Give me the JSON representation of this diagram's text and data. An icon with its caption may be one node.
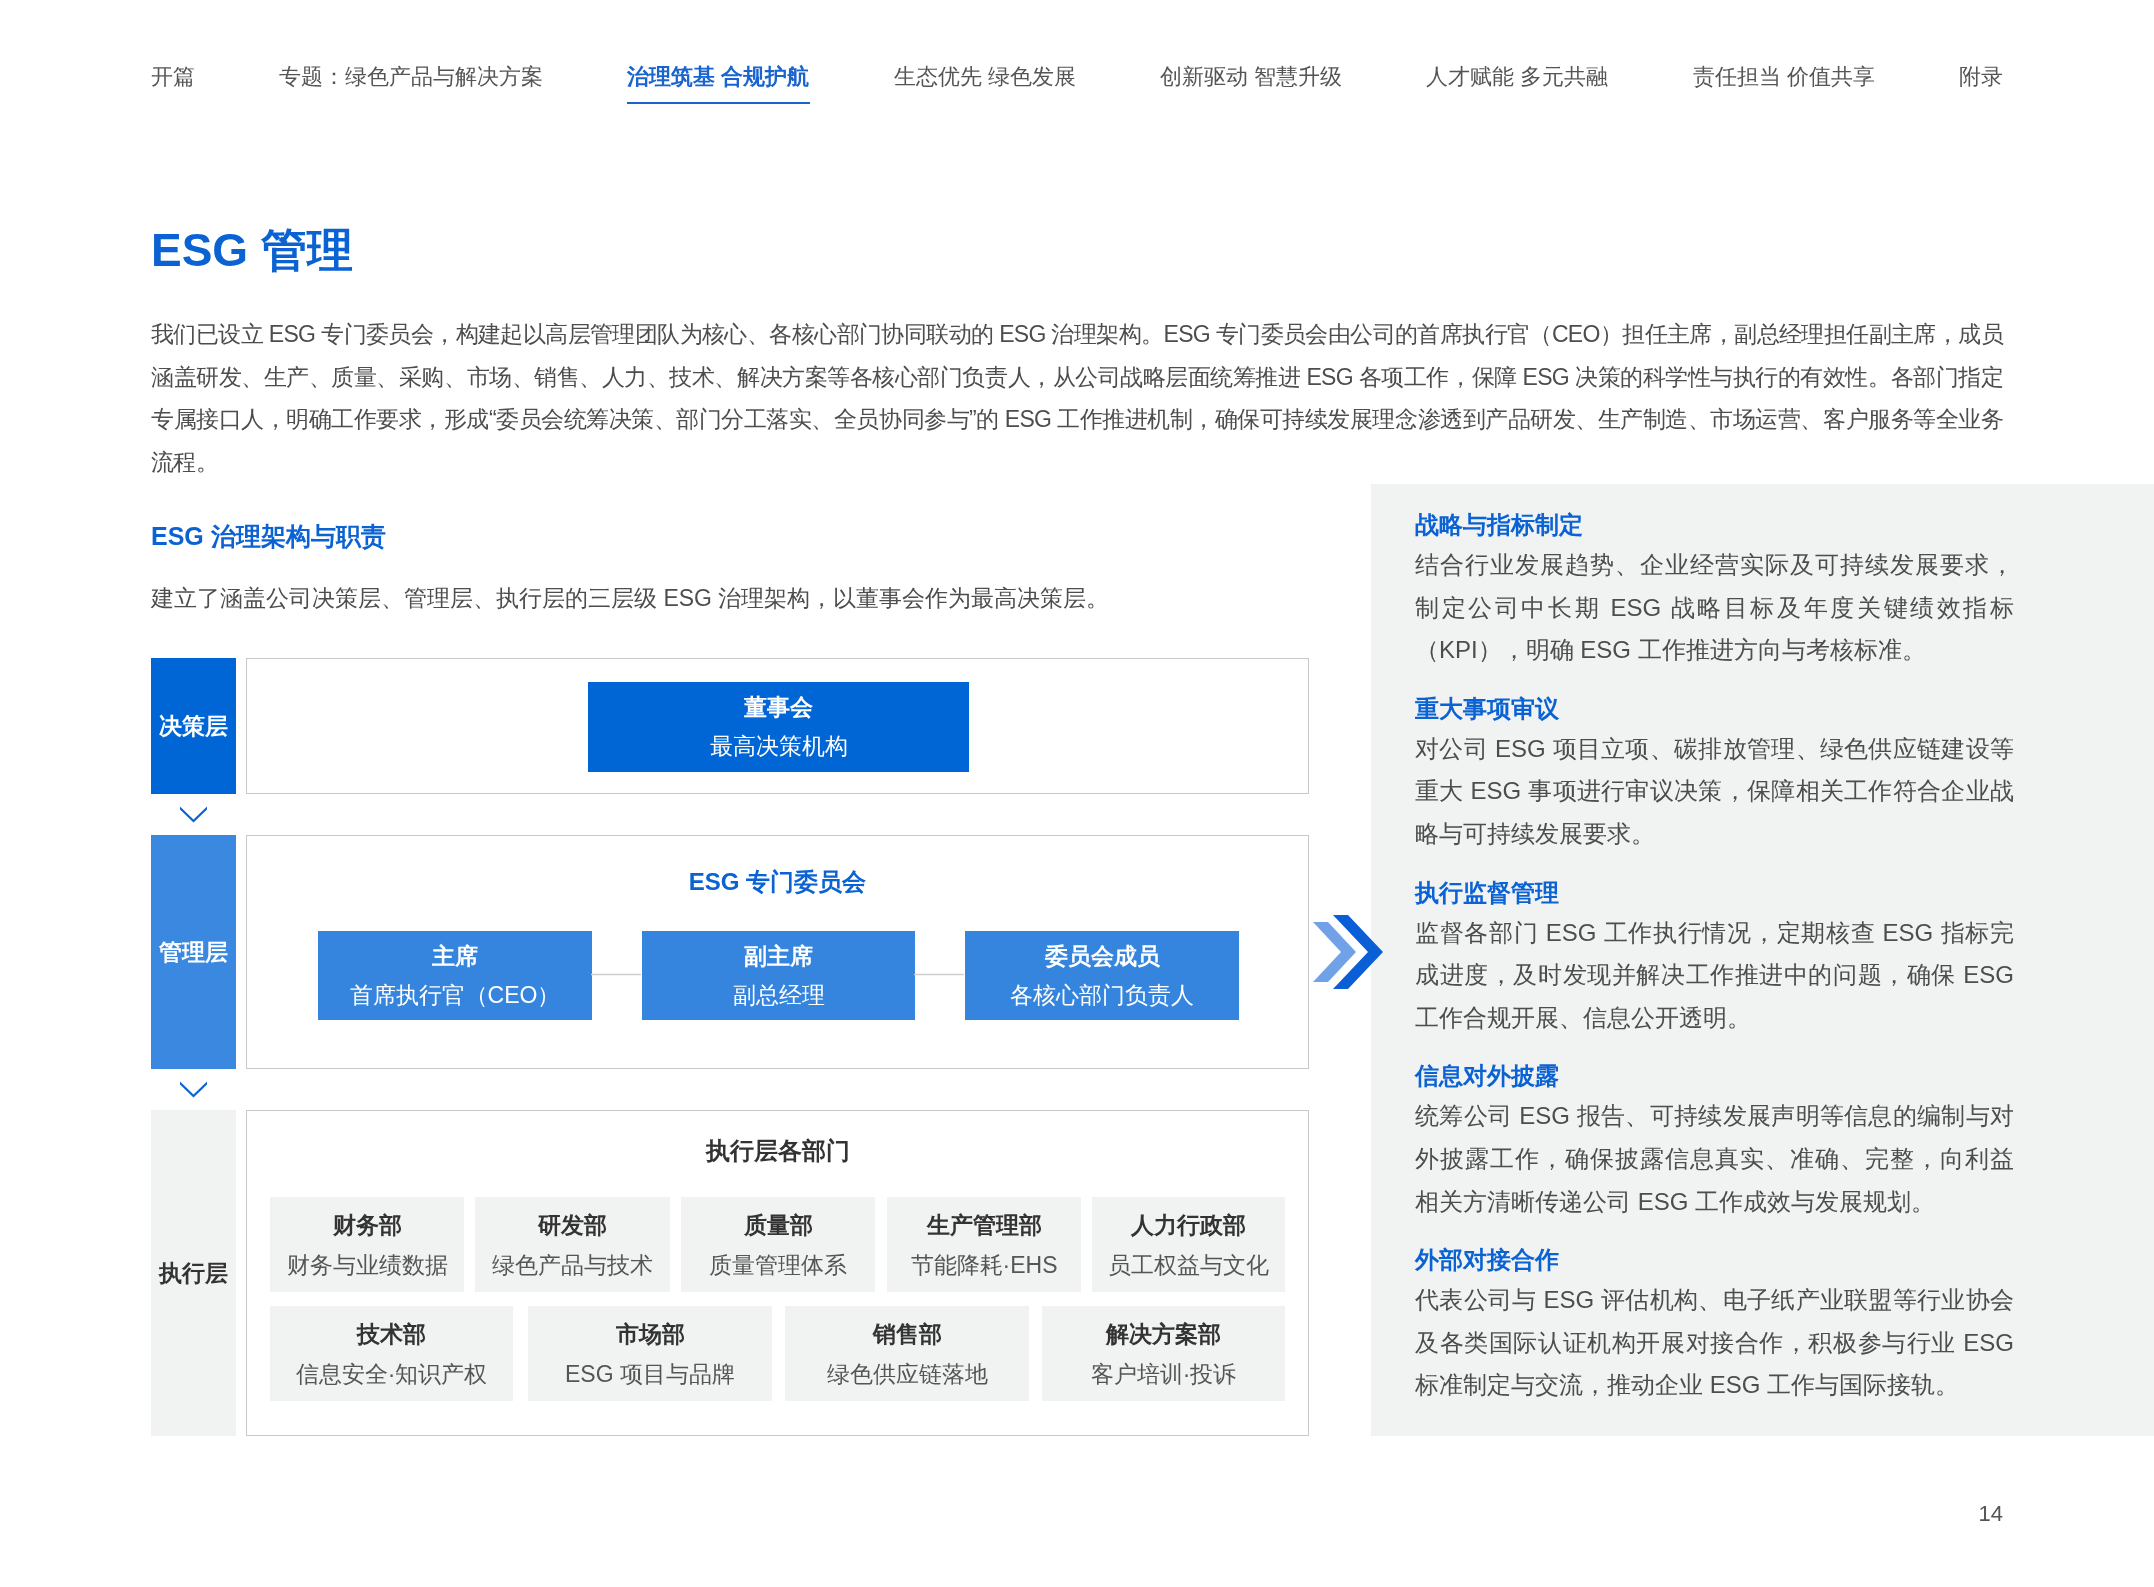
{
  "diagram": {
    "title": "ESG 管理",
    "nodes": [
      {
        "text": [
          "决策层"
        ]
      },
      {
        "text": [],
        "shape": "box"
      },
      {
        "text": [
          "董事会",
          "最高决策机构"
        ],
        "in": 1
      },
      {
        "text": [
          "管理层"
        ]
      },
      {
        "text": [
          "ESG 专门委员会"
        ]
      },
      {
        "text": [
          "主席",
          "首席执行官（CEO）"
        ],
        "in": 4
      },
      {
        "text": [
          "副主席",
          "副总经理"
        ],
        "in": 4
      },
      {
        "text": [
          "委员会成员",
          "各核心部门负责人"
        ],
        "in": 4
      },
      {
        "text": [
          "执行层"
        ]
      },
      {
        "text": [
          "执行层各部门"
        ]
      },
      {
        "text": [
          "财务部",
          "财务与业绩数据"
        ],
        "in": 9
      },
      {
        "text": [
          "研发部",
          "绿色产品与技术"
        ],
        "in": 9
      },
      {
        "text": [
          "质量部",
          "质量管理体系"
        ],
        "in": 9
      },
      {
        "text": [
          "生产管理部",
          "节能降耗·EHS"
        ],
        "in": 9
      },
      {
        "text": [
          "人力行政部",
          "员工权益与文化"
        ],
        "in": 9
      },
      {
        "text": [
          "技术部",
          "信息安全·知识产权"
        ],
        "in": 9
      },
      {
        "text": [
          "市场部",
          "ESG 项目与品牌"
        ],
        "in": 9
      },
      {
        "text": [
          "销售部",
          "绿色供应链落地"
        ],
        "in": 9
      },
      {
        "text": [
          "解决方案部",
          "客户培训·投诉"
        ],
        "in": 9
      },
      {
        "text": [
          "战略与指标制定",
          "结合行业发展趋势、企业经营实际及可持续发展要求，制定公司中长期 ESG 战略目标及年度关键绩效指标（KPI），明确 ESG 工作推进方向与考核标准。",
          "重大事项审议",
          "对公司 ESG 项目立项、碳排放管理、绿色供应链建设等重大 ESG 事项进行审议决策，保障相关工作符合企业战略与可持续发展要求。",
          "执行监督管理",
          "监督各部门 ESG 工作执行情况，定期核查 ESG 指标完成进度，及时发现并解决工作推进中的问题，确保 ESG 工作合规开展、信息公开透明。",
          "信息对外披露",
          "统筹公司 ESG 报告、可持续发展声明等信息的编制与对外披露工作，确保披露信息真实、准确、完整，向利益相关方清晰传递公司 ESG 工作成效与发展规划。",
          "外部对接合作",
          "代表公司与 ESG 评估机构、电子纸产业联盟等行业协会及各类国际认证机构开展对接合作，积极参与行业 ESG 标准制定与交流，推动企业 ESG 工作与国际接轨。"
        ]
      }
    ],
    "edges": [
      {
        "from": 0,
        "to": 3,
        "arrow": "to"
      },
      {
        "from": 3,
        "to": 8,
        "arrow": "to"
      },
      {
        "from": 5,
        "to": 6,
        "arrow": "none",
        "color": "#cfcfcf"
      },
      {
        "from": 6,
        "to": 7,
        "arrow": "none",
        "color": "#cfcfcf"
      },
      {
        "from": 4,
        "to": 19,
        "arrow": "to",
        "style": "thick",
        "color": "#0a5fd6"
      }
    ],
    "labels": [
      "开篇",
      "专题：绿色产品与解决方案",
      "治理筑基 合规护航",
      "生态优先 绿色发展",
      "创新驱动 智慧升级",
      "人才赋能 多元共融",
      "责任担当 价值共享",
      "附录",
      "我们已设立 ESG 专门委员会，构建起以高层管理团队为核心、各核心部门协同联动的 ESG 治理架构。ESG 专门委员会由公司的首席执行官（CEO）担任主席，副总经理担任副主席，成员涵盖研发、生产、质量、采购、市场、销售、人力、技术、解决方案等各核心部门负责人，从公司战略层面统筹推进 ESG 各项工作，保障 ESG 决策的科学性与执行的有效性。各部门指定专属接口人，明确工作要求，形成“委员会统筹决策、部门分工落实、全员协同参与”的 ESG 工作推进机制，确保可持续发展理念渗透到产品研发、生产制造、市场运营、客户服务等全业务流程。",
      "ESG 治理架构与职责",
      "建立了涵盖公司决策层、管理层、执行层的三层级 ESG 治理架构，以董事会作为最高决策层。",
      "14"
    ]
  }
}
